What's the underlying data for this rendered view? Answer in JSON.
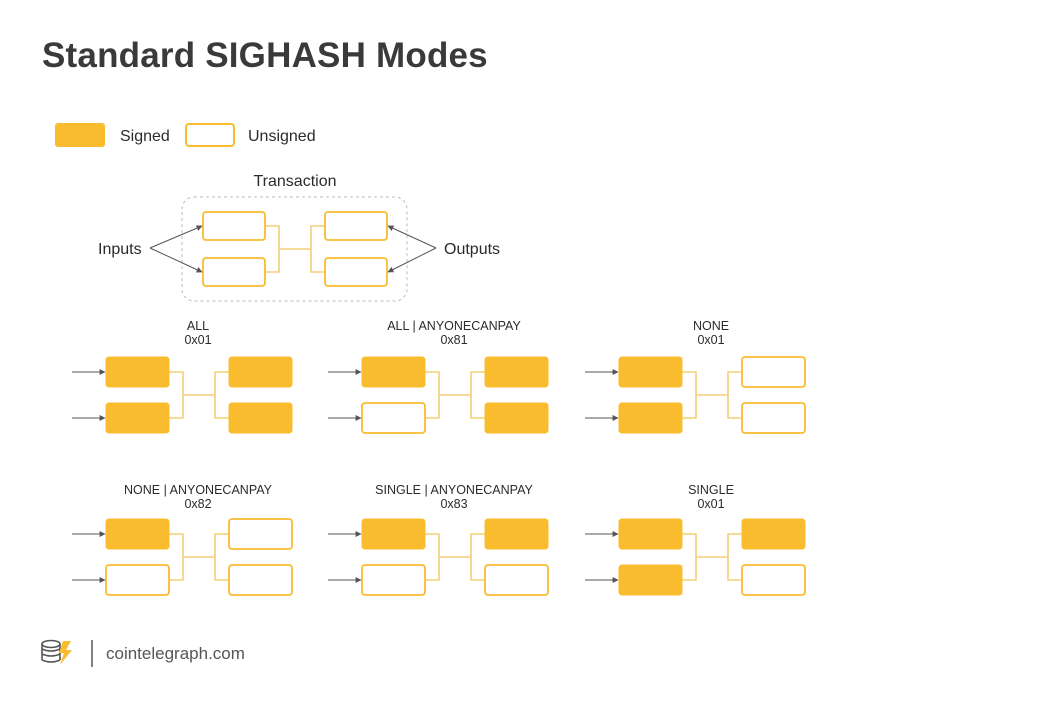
{
  "title": "Standard SIGHASH Modes",
  "legend": {
    "signed_label": "Signed",
    "unsigned_label": "Unsigned"
  },
  "colors": {
    "signed_fill": "#F9BC2E",
    "unsigned_fill": "#FFFFFF",
    "box_stroke": "#F9BC2E",
    "connector": "#F3CF7A",
    "arrow": "#555555",
    "dashed_frame": "#BBBBBB"
  },
  "overview": {
    "transaction_label": "Transaction",
    "inputs_label": "Inputs",
    "outputs_label": "Outputs"
  },
  "modes": [
    {
      "name": "ALL",
      "code": "0x01",
      "inputs": [
        true,
        true
      ],
      "outputs": [
        true,
        true
      ]
    },
    {
      "name": "ALL | ANYONECANPAY",
      "code": "0x81",
      "inputs": [
        true,
        false
      ],
      "outputs": [
        true,
        true
      ]
    },
    {
      "name": "NONE",
      "code": "0x01",
      "inputs": [
        true,
        true
      ],
      "outputs": [
        false,
        false
      ]
    },
    {
      "name": "NONE | ANYONECANPAY",
      "code": "0x82",
      "inputs": [
        true,
        false
      ],
      "outputs": [
        false,
        false
      ]
    },
    {
      "name": "SINGLE | ANYONECANPAY",
      "code": "0x83",
      "inputs": [
        true,
        false
      ],
      "outputs": [
        true,
        false
      ]
    },
    {
      "name": "SINGLE",
      "code": "0x01",
      "inputs": [
        true,
        true
      ],
      "outputs": [
        true,
        false
      ]
    }
  ],
  "footer": {
    "brand": "cointelegraph.com",
    "logo_icon": "cointelegraph-logo-icon"
  }
}
